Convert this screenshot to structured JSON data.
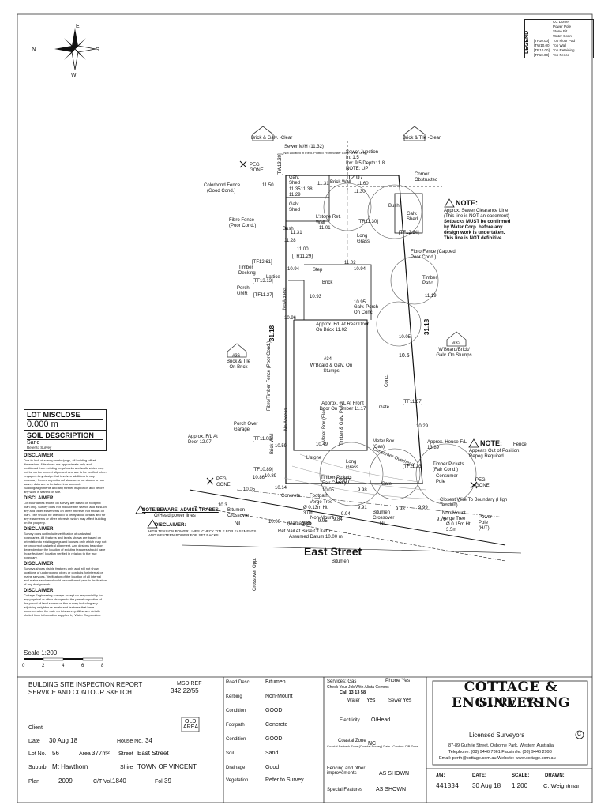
{
  "legend": {
    "title": "LEGEND",
    "rows": [
      "CC Dome",
      "Power Pole",
      "Stone Pit",
      "Water Conn",
      "Top Floor Pad",
      "Top Wall",
      "Top Retaining",
      "Top Fence"
    ],
    "codes": [
      "[TF10.00]",
      "[TW10.00]",
      "[TR10.00]",
      "[TF10.00]"
    ]
  },
  "compass": {
    "n": "N",
    "s": "S",
    "e": "E",
    "w": "W"
  },
  "plan_labels": {
    "brick_galv_clear": "Brick & Galv. -Clear",
    "brick_tile_clear": "Brick & Tile -Clear",
    "sewer_mh": "Sewer M/H (11.32)",
    "sewer_mh_note": "(Not Located in Field. Plotted From Water Corp. Sheet Only)",
    "sewer_junction": "Sewer Junction",
    "sewer_junction_il": "In: 1.5",
    "sewer_junction_inv": "Inv: 9.5 Depth: 1.8",
    "sewer_junction_note": "NOTE: UP",
    "peg_gone": "PEG GONE",
    "corner_obstructed": "Corner Obstructed",
    "colorbond_fence": "Colorbond Fence",
    "good_cond": "(Good Cond.)",
    "galv_shed": "Galv. Shed",
    "galv_shed2": "Galv. Shed",
    "galv_shed3": "Galv. Shed",
    "bush": "Bush",
    "bush2": "Bush",
    "fibro_fence": "Fibro Fence",
    "poor_cond": "(Poor Cond.)",
    "long_grass": "Long Grass",
    "lstone_ret_wall": "L'stone Ret. Wall",
    "fibro_fence_capped": "Fibro Fence (Capped, Poor Cond.)",
    "brick_wall": "Brick Wall",
    "timber_decking": "Timber Decking",
    "lattice": "Lattice",
    "porch_umr": "Porch UMR",
    "step": "Step",
    "brick": "Brick",
    "timber_patio": "Timber Patio",
    "galv_porch": "Galv. Porch On Conc.",
    "approx_fl_rear": "Approx. F/L At Rear Door On Brick 11.02",
    "no_access": "No Access",
    "no_access2": "No Access",
    "brick_tile_brick": "Brick & Tile On Brick",
    "num36": "#36",
    "num34": "#34",
    "num32": "#32",
    "wboard_galv_stumps": "W'Board & Galv. On Stumps",
    "wboard_brick_galv": "W'Board/Brick/ Galv. On Stumps",
    "fibro_timber_fence": "Fibro/Timber Fence (Poor Cond.)",
    "approx_fl_front": "Approx. F/L At Front Door On Timber 11.17",
    "conc": "Conc.",
    "gate": "Gate",
    "gate2": "Gate",
    "porch_over_garage": "Porch Over Garage",
    "approx_fl_door": "Approx. F/L At Door 12.07",
    "meter_box_elec": "Meter Box (Elec)",
    "timber_galv_porch": "Timber & Galv. Porch",
    "meter_box_gas": "Meter Box (Gas)",
    "approx_house_fl": "Approx. House F/L 13.89",
    "timber_pickets": "Timber Pickets (Fair Cond.)",
    "timber_pickets2": "Timber Pickets (Fair Cond.)",
    "brick_wall2": "Brick Wall",
    "long_grass2": "Long Grass",
    "consumer_pole": "Consumer Pole",
    "consumer_overhead": "Consumer Overhead",
    "concrete": "Concrete",
    "footpath": "Footpath",
    "verge_tree": "Verge Tree",
    "verge_tree_ht": "Ø 0.13m Ht 3.0m",
    "non_mount": "Non-Mount",
    "damaged": "(Damaged)",
    "bitumen_crossover": "Bitumen Crossover",
    "nil": "Nil",
    "nil2": "Nil",
    "bitumen_crossover2": "Bitumen Crossover",
    "closest_wire": "Closest Wire To Boundary (High Tension)",
    "verge_tree2": "Verge Tree",
    "verge_tree2_ht": "Ø 0.15m Ht 3.5m",
    "non_mount2": "Non-Mount",
    "power_pole": "Power Pole (H/T)",
    "ref_nail": "Ref Nail At Base Of Kerb",
    "assumed_datum": "Assumed Datum 10.00 m",
    "street_name": "East Street",
    "street_surface": "Bitumen",
    "crossover_opp": "Crossover Opp.",
    "lstone": "L'stone",
    "note_warning": "NOTE/BEWARE: ADVISE TRADES",
    "oh_power": "O/Head power lines",
    "disclaimer_ht": "DISCLAIMER:",
    "disclaimer_ht_text": "HIGH TENSION POWER LINES. CHECK TITLE FOR EASEMENTS AND WESTERN POWER FOR SET BACKS."
  },
  "levels": {
    "l1": "11.50",
    "l2": "11.35",
    "l3": "11.38",
    "l4": "11.29",
    "l5": "11.31",
    "l6": "11.60",
    "l7": "11.30",
    "l8": "12.07",
    "l9": "11.31",
    "l10": "11.28",
    "l11": "11.01",
    "l12": "11.00",
    "l13": "11.02",
    "l14": "10.94",
    "l15": "10.94",
    "l16": "10.93",
    "l17": "10.96",
    "l18": "10.95",
    "l19": "10.05",
    "l20": "10.5",
    "l21": "10.49",
    "l22": "10.59",
    "l23": "10.14",
    "l24": "10.05",
    "l25": "10.05",
    "l26": "12.07",
    "l27": "9.98",
    "l28": "9.91",
    "l29": "9.84",
    "l30": "9.95",
    "l31": "9.85",
    "l32": "9.94",
    "l33": "9.99",
    "l34": "9.75",
    "l35": "9.98",
    "l36": "11.19",
    "l37": "10.29",
    "l38": "10.86",
    "l39": "10.89",
    "l40": "31.18",
    "l41": "31.18",
    "l42": "10.00",
    "l43": "10.3"
  },
  "tags": {
    "tf1": "[TF12.84]",
    "tf2": "[TF12.61]",
    "tf3": "[TF13.13]",
    "tf4": "[TF11.27]",
    "tf5": "[TR11.29]",
    "tf6": "[TR11.30]",
    "tf7": "[TF11.67]",
    "tf8": "[TF11.08]",
    "tf9": "[TF10.89]",
    "tf10": "[TF11.23]",
    "tf11": "[TW13.30]"
  },
  "notes": {
    "sewer_title": "NOTE:",
    "sewer_lines": [
      "Approx. Sewer Clearance Line",
      "(This line is NOT an easement)",
      "Setbacks MUST be confirmed",
      "by Water Corp. before any",
      "design work is undertaken.",
      "This line is NOT definitive."
    ],
    "fence_title": "NOTE:",
    "fence_lines": [
      "Fence",
      "Appears Out of Position.",
      "Repeg Required"
    ]
  },
  "lot_misclose": {
    "title": "LOT MISCLOSE",
    "value": "0.000 m"
  },
  "soil": {
    "title": "SOIL DESCRIPTION",
    "value": "Sand",
    "sub": "Refer to Survey"
  },
  "disclaimers": [
    {
      "title": "DISCLAIMER:",
      "text": "Due to lack of survey marks/pegs, all building offset dimensions & features are approximate only and positioned from existing pegs/marks and walls which may not be on the correct alignment and are to be verified when engaged. Any design that involves additions to any boundary fences or portion of structures not shown on our survey data are to be taken into account. Building/alignments and any further inspection and before any work is started on site."
    },
    {
      "title": "DISCLAIMER:",
      "text": "Lot boundaries shown on survey are based on footprint plan only. Survey does not indicate title search and as such any and other easements on other interests not shown on plan. Title should be checked to verify all lot details and for any easements or other interests which may affect building on the property."
    },
    {
      "title": "DISCLAIMER:",
      "text": "Survey does not include verification of cadastral boundaries. All features and levels shown are based on orientation to existing pegs and houses only which may not be on correct cadastral alignment. Any designs based on dependent on the location of existing features should have those features' location verified in relation to the true boundary."
    },
    {
      "title": "DISCLAIMER:",
      "text": "Surveys shows visible features only and will not show locations of underground pipes or conduits for internal or mains services. Verification of the location of all internal and mains services should be confirmed prior to finalisation of any design work."
    },
    {
      "title": "DISCLAIMER:",
      "text": "Cottage Engineering surveys accept no responsibility for any physical or other changes to the parcel or portion of the parcel of land shown on this survey including any adjoining neighbours levels and features that have occurred after the date on this survey. All sewer details plotted from information supplied by Water Corporation."
    }
  ],
  "scale": {
    "label": "Scale 1:200",
    "ticks": [
      "0",
      "2",
      "4",
      "6",
      "8"
    ]
  },
  "report": {
    "title1": "BUILDING SITE INSPECTION REPORT",
    "title2": "SERVICE AND CONTOUR SKETCH",
    "msd_ref_label": "MSD REF",
    "msd_ref": "342 22/55",
    "old_area_1": "OLD",
    "old_area_2": "AREA",
    "client_label": "Client",
    "client": "",
    "date_label": "Date",
    "date": "30 Aug 18",
    "house_no_label": "House No.",
    "house_no": "34",
    "lot_no_label": "Lot No.",
    "lot_no": "56",
    "area_label": "Area",
    "area": "377m²",
    "street_label": "Street",
    "street": "East Street",
    "suburb_label": "Suburb",
    "suburb": "Mt Hawthorn",
    "shire_label": "Shire",
    "shire": "TOWN OF VINCENT",
    "plan_label": "Plan",
    "plan": "2099",
    "ct_vol_label": "C/T Vol.",
    "ct_vol": "1840",
    "fol_label": "Fol",
    "fol": "39"
  },
  "site": [
    {
      "label": "Road Desc.",
      "value": "Bitumen"
    },
    {
      "label": "Kerbing",
      "value": "Non-Mount"
    },
    {
      "label": "Condition",
      "value": "GOOD"
    },
    {
      "label": "Footpath",
      "value": "Concrete"
    },
    {
      "label": "Condition",
      "value": "GOOD"
    },
    {
      "label": "Soil",
      "value": "Sand"
    },
    {
      "label": "Drainage",
      "value": "Good"
    },
    {
      "label": "Vegetation",
      "value": "Refer to Survey"
    }
  ],
  "services": {
    "services_label": "Services: Gas",
    "phone": "Phone Yes",
    "check_note": "Check Your Job With Alinta Comms",
    "call": "Call 13 13 58",
    "water_label": "Water",
    "water": "Yes",
    "sewer_label": "Sewer",
    "sewer": "Yes",
    "electricity_label": "Electricity",
    "electricity": "O/Head",
    "coastal_label": "Coastal Zone",
    "coastal_note": "Coastal Setback Zone (Coastal Survey) Data - Contour C/B Zone",
    "coastal": "NC",
    "fencing_label": "Fencing and other improvements",
    "fencing": "AS SHOWN",
    "special_label": "Special Features",
    "special": "AS SHOWN"
  },
  "company": {
    "name1": "COTTAGE & ENGINEERING",
    "name2": "SURVEYS",
    "licensed": "Licensed Surveyors",
    "c_mark": "C",
    "address": "87-89 Guthrie Street, Osborne Park, Western Australia",
    "phone": "Telephone: (08) 9446 7361   Facsimile: (08) 9446 2998",
    "email": "Email: perth@cottage.com.au   Website: www.cottage.com.au"
  },
  "job": {
    "jn_label": "J/N:",
    "jn": "441834",
    "date_label": "DATE:",
    "date": "30 Aug 18",
    "scale_label": "SCALE:",
    "scale": "1:200",
    "drawn_label": "DRAWN:",
    "drawn": "C. Weightman"
  }
}
